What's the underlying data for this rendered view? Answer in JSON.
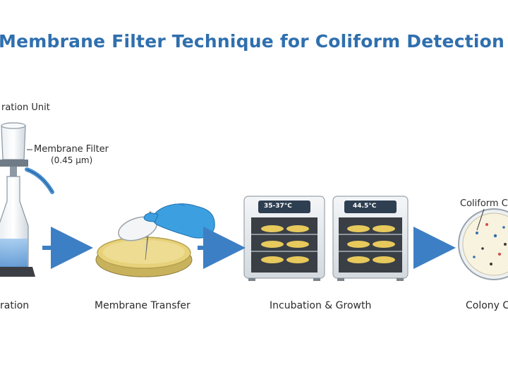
{
  "title": "Membrane Filter Technique for Coliform Detection",
  "labels": {
    "unit": "ration Unit",
    "filter": "Membrane Filter",
    "pore": "(0.45 µm)",
    "colony_tag": "Coliform C"
  },
  "stages": {
    "filtration": "ration",
    "transfer": "Membrane Transfer",
    "incubation": "Incubation & Growth",
    "count": "Colony C"
  },
  "incubators": [
    {
      "temp": "35-37°C"
    },
    {
      "temp": "44.5°C"
    }
  ],
  "colors": {
    "title": "#2f6fae",
    "arrow": "#3d7fc4",
    "glove": "#3c9fe0",
    "agar": "#e7d27a"
  }
}
